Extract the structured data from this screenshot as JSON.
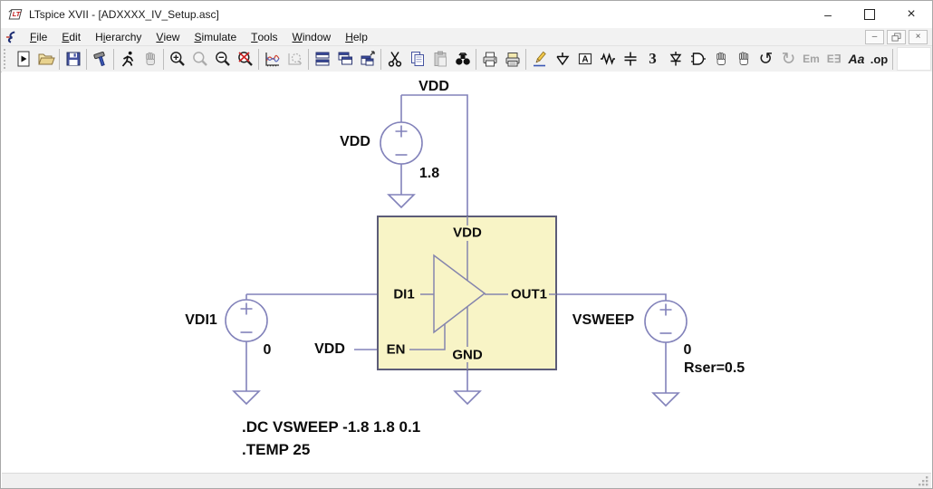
{
  "window": {
    "title": "LTspice XVII - [ADXXXX_IV_Setup.asc]",
    "minimize_glyph": "–",
    "close_glyph": "×",
    "mdi_minimize_glyph": "–",
    "mdi_close_glyph": "×"
  },
  "menu": {
    "items": [
      {
        "pre": "",
        "mn": "F",
        "post": "ile"
      },
      {
        "pre": "",
        "mn": "E",
        "post": "dit"
      },
      {
        "pre": "H",
        "mn": "i",
        "post": "erarchy"
      },
      {
        "pre": "",
        "mn": "V",
        "post": "iew"
      },
      {
        "pre": "",
        "mn": "S",
        "post": "imulate"
      },
      {
        "pre": "",
        "mn": "T",
        "post": "ools"
      },
      {
        "pre": "",
        "mn": "W",
        "post": "indow"
      },
      {
        "pre": "",
        "mn": "H",
        "post": "elp"
      }
    ]
  },
  "toolbar": {
    "icon_names": [
      "new-schematic",
      "open",
      "save",
      "control-panel",
      "run",
      "halt",
      "zoom-in",
      "zoom-back",
      "zoom-out",
      "zoom-full-extents",
      "autorange-plot",
      "zoom-area-disabled",
      "tile-horizontal",
      "cascade-windows",
      "tile-vertical",
      "cut",
      "copy",
      "paste",
      "find",
      "print",
      "print-monochrome",
      "draw-wire",
      "place-ground",
      "label-net",
      "place-resistor",
      "place-capacitor",
      "place-inductor",
      "place-diode",
      "place-component",
      "move",
      "drag",
      "undo",
      "redo",
      "mirror",
      "rotate",
      "place-text",
      "spice-directive"
    ],
    "glyphs": {
      "label_a": "A",
      "inductor": "3",
      "undo": "↺",
      "redo": "↻",
      "mirror": "Em",
      "rotate": "E∃",
      "text_tool": "Aa",
      "spice_directive": ".op"
    }
  },
  "schematic": {
    "supply": {
      "net": "VDD",
      "label": "VDD",
      "value": "1.8"
    },
    "input_source": {
      "label": "VDI1",
      "value": "0"
    },
    "enable_net": {
      "label": "VDD"
    },
    "sweep_source": {
      "label": "VSWEEP",
      "value": "0",
      "param": "Rser=0.5"
    },
    "dut": {
      "pin_vdd": "VDD",
      "pin_di1": "DI1",
      "pin_out1": "OUT1",
      "pin_en": "EN",
      "pin_gnd": "GND"
    },
    "directives": {
      "dc": ".DC VSWEEP -1.8 1.8 0.1",
      "temp": ".TEMP 25"
    },
    "colors": {
      "wire": "#8282ba",
      "box_fill": "#f8f4c6",
      "box_border": "#5c5c78",
      "label_text": "#0c0c0c"
    }
  }
}
